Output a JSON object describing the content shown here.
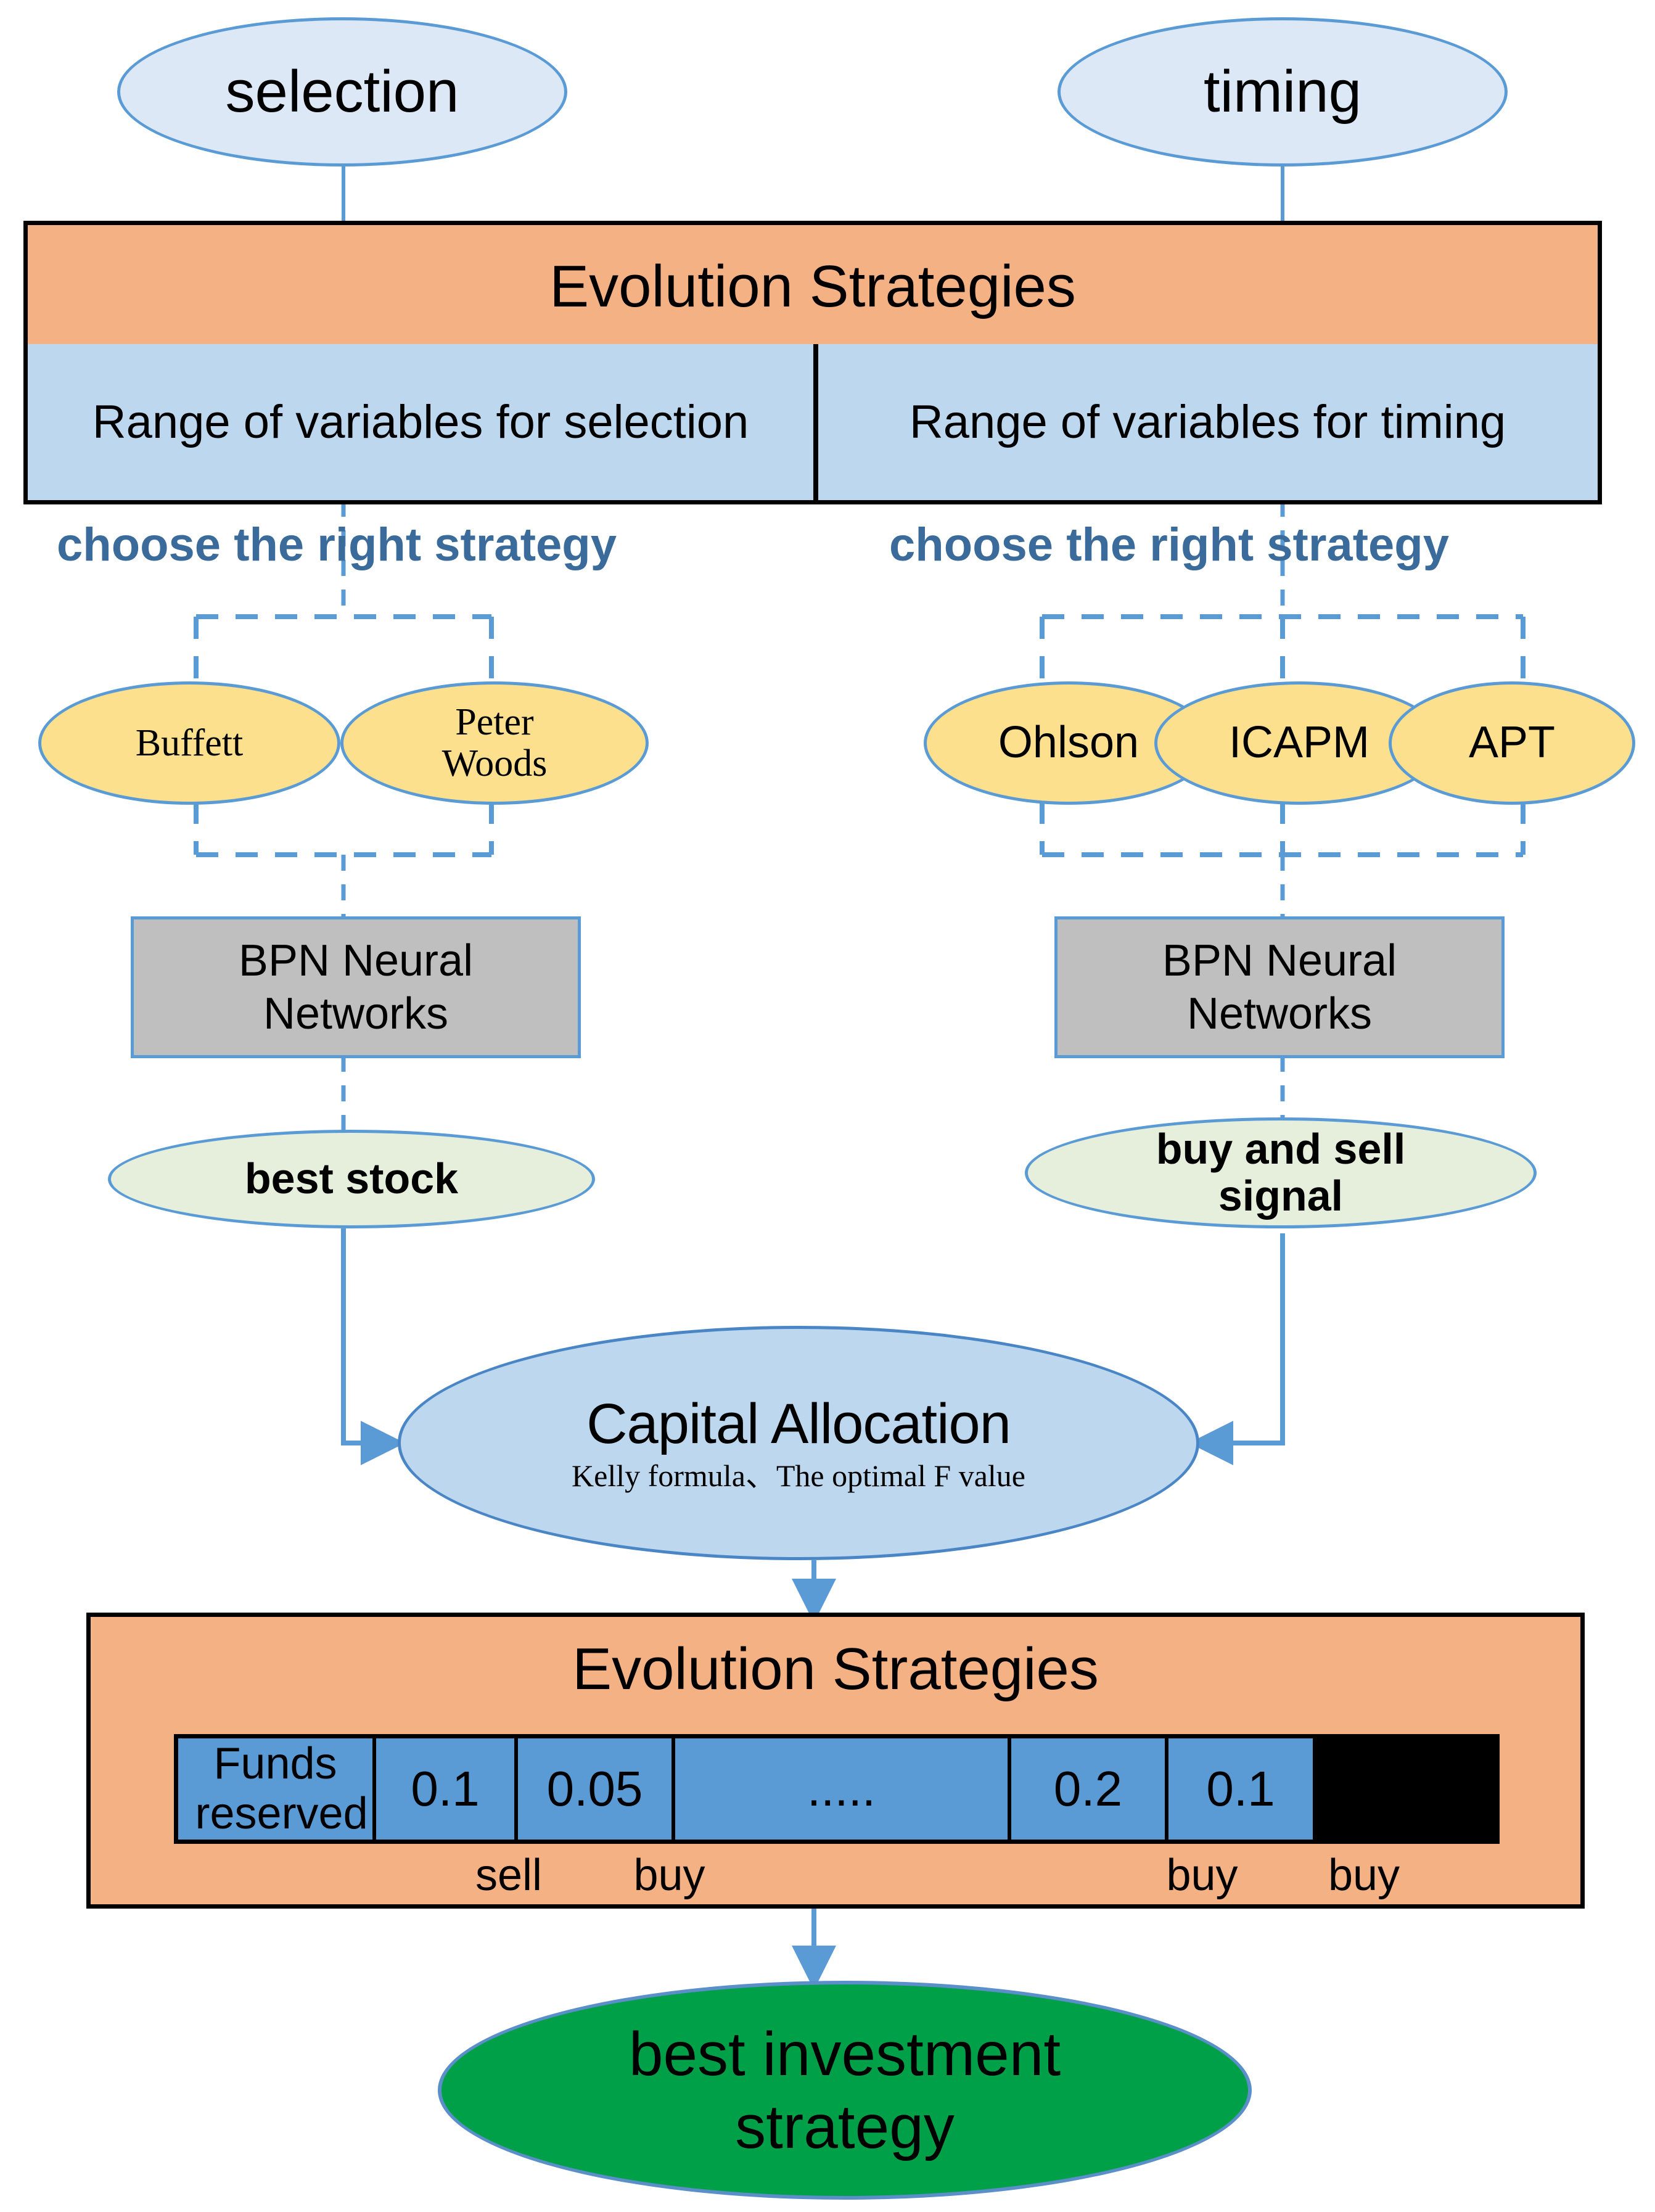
{
  "diagram": {
    "title": "Investment strategy flow diagram",
    "colors": {
      "orange_box": "#F4B183",
      "light_blue_box": "#BDD7EE",
      "table_cell_blue": "#5B9BD5",
      "yellow_ellipse": "#FCE08E",
      "pale_green_ellipse": "#E5EFDC",
      "final_green_ellipse": "#00A048",
      "gray_box": "#BFBFBF",
      "connector_blue": "#5B9BD5",
      "helper_text_blue": "#3A6B9B"
    }
  },
  "inputs": {
    "left": "selection",
    "right": "timing"
  },
  "evolution_top": {
    "title": "Evolution Strategies",
    "ranges": [
      "Range of variables for selection",
      "Range of variables for timing"
    ]
  },
  "helper": {
    "left": "choose the right strategy",
    "right": "choose the right strategy"
  },
  "strategies": {
    "left": [
      "Buffett",
      "Peter Woods"
    ],
    "right": [
      "Ohlson",
      "ICAPM",
      "APT"
    ]
  },
  "models": {
    "left": "BPN Neural Networks",
    "right": "BPN Neural Networks"
  },
  "outputs": {
    "left": "best stock",
    "right": "buy and sell signal"
  },
  "capital": {
    "title": "Capital Allocation",
    "subtitle": "Kelly formula、The optimal F value"
  },
  "evolution_bottom": {
    "title": "Evolution Strategies",
    "table": {
      "cells": [
        "Funds reserved",
        "0.1",
        "0.05",
        ".....",
        "0.2",
        "0.1"
      ],
      "actions": [
        "sell",
        "buy",
        "buy",
        "buy"
      ]
    }
  },
  "final": {
    "label": "best investment strategy"
  }
}
